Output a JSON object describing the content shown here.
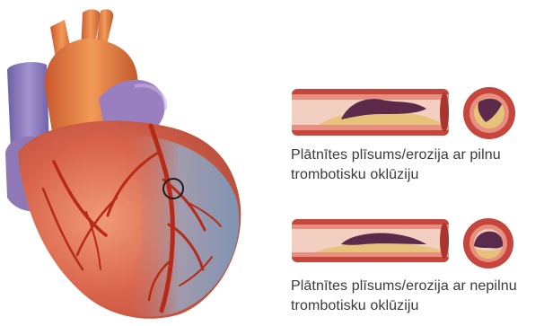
{
  "panels": [
    {
      "id": "full",
      "caption_line1": "Plātnītes plīsums/erozija ar pilnu",
      "caption_line2": "trombotisku oklūziju",
      "occlusion": "full"
    },
    {
      "id": "partial",
      "caption_line1": "Plātnītes plīsums/erozija ar nepilnu",
      "caption_line2": "trombotisku oklūziju",
      "occlusion": "partial"
    }
  ],
  "colors": {
    "vessel_wall": "#c6453d",
    "vessel_wall_light": "#e88f80",
    "lumen": "#f3cfc2",
    "plaque": "#e6c27a",
    "thrombus": "#5b2a4a",
    "heart_body": "#d9634a",
    "heart_blue": "#8fa4bf",
    "vein": "#8a79b8",
    "aorta": "#e07a3a",
    "artery": "#b82a18"
  },
  "icons": {
    "marker": "circle-marker-icon"
  }
}
